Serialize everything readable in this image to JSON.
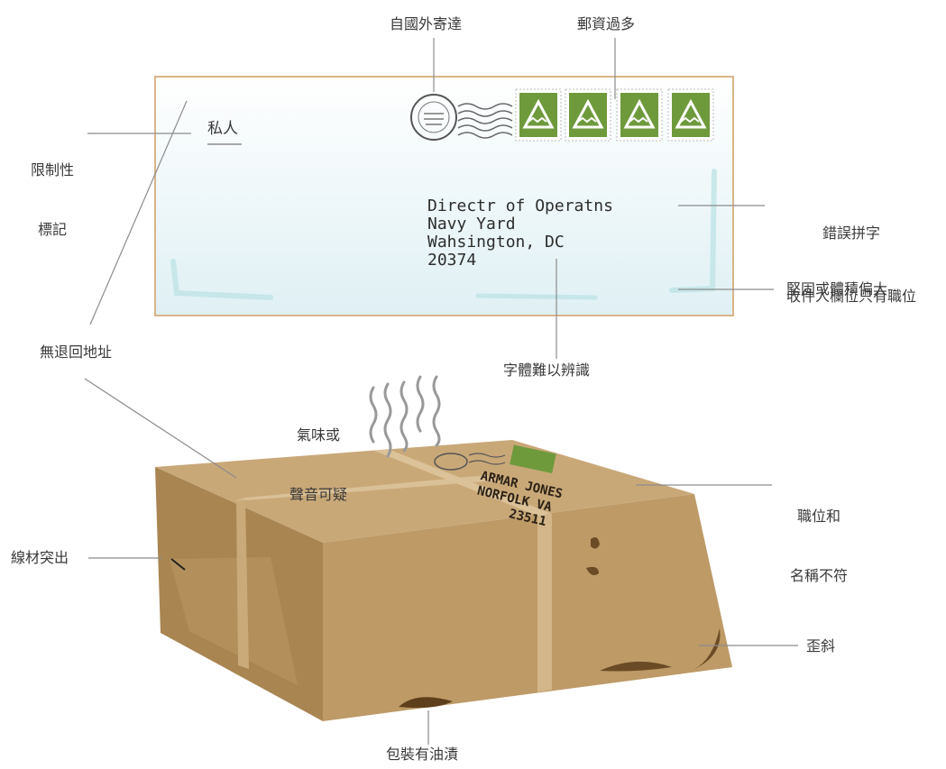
{
  "envelope": {
    "marking": "私人",
    "address_lines": [
      "Directr of Operatns",
      "Navy Yard",
      "Wahsington, DC",
      "20374"
    ]
  },
  "package": {
    "address_lines": [
      "ARMAR JONES",
      "NORFOLK VA",
      "23511"
    ]
  },
  "labels": {
    "foreign_mail": "自國外寄達",
    "excess_postage": "郵資過多",
    "restrictive_marking_1": "限制性",
    "restrictive_marking_2": "標記",
    "misspelled_1": "錯誤拼字",
    "misspelled_2": "收件人欄位只有職位",
    "rigid_bulky": "堅固或體積偏大",
    "no_return_address": "無退回地址",
    "illegible_writing": "字體難以辨識",
    "odor_sound_1": "氣味或",
    "odor_sound_2": "聲音可疑",
    "title_name_mismatch_1": "職位和",
    "title_name_mismatch_2": "名稱不符",
    "protruding_wires": "線材突出",
    "lopsided": "歪斜",
    "oily_stains": "包裝有油漬"
  },
  "colors": {
    "envelope_fill": "#e8f3f6",
    "envelope_border": "#d9b58a",
    "stamp_green": "#6e9a3c",
    "box_top": "#c9a878",
    "box_front": "#bd9a66",
    "box_side": "#a98552",
    "tape": "#dcc299",
    "leader_line": "#8c8c8c"
  }
}
